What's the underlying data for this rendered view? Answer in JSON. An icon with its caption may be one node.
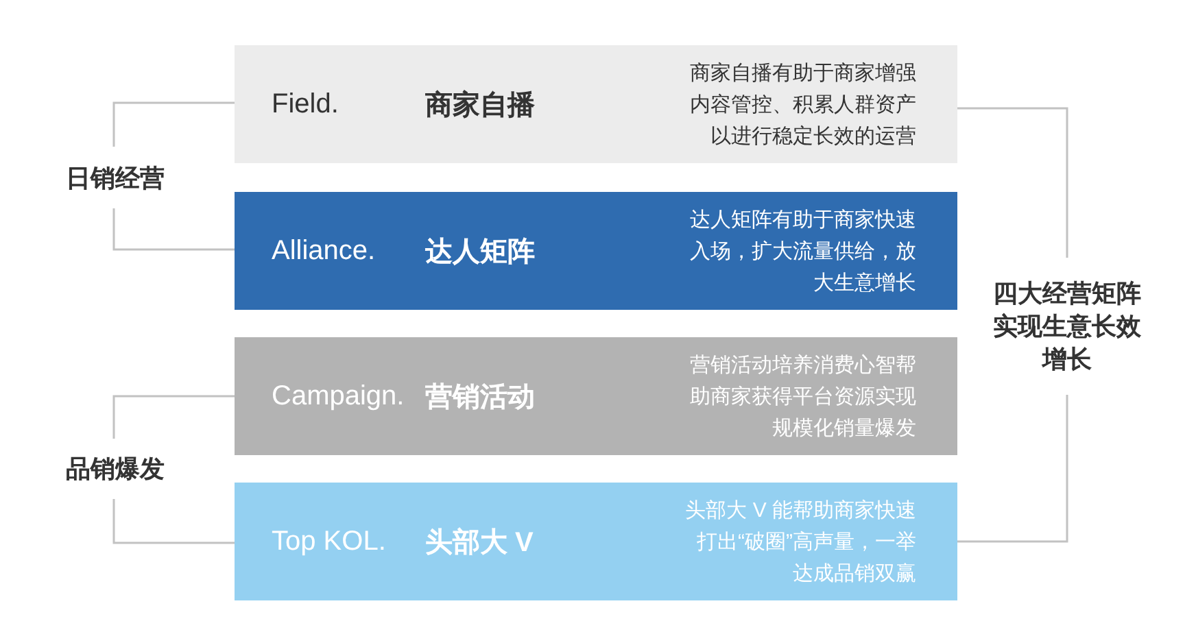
{
  "diagram": {
    "nodes": [
      {
        "text": [
          "Field.",
          "商家自播",
          "商家自播有助于商家增强内容管控、积累人群资产以进行稳定长效的运营"
        ]
      },
      {
        "text": [
          "Alliance.",
          "达人矩阵",
          "达人矩阵有助于商家快速入场，扩大流量供给，放大生意增长"
        ]
      },
      {
        "text": [
          "Campaign.",
          "营销活动",
          "营销活动培养消费心智帮助商家获得平台资源实现规模化销量爆发"
        ]
      },
      {
        "text": [
          "Top KOL.",
          "头部大 V",
          "头部大 V 能帮助商家快速打出“破圈”高声量，一举达成品销双赢"
        ]
      }
    ],
    "edges": [],
    "labels": [
      "日销经营",
      "四大经营矩阵实现生意长效增长",
      "品销爆发"
    ]
  }
}
